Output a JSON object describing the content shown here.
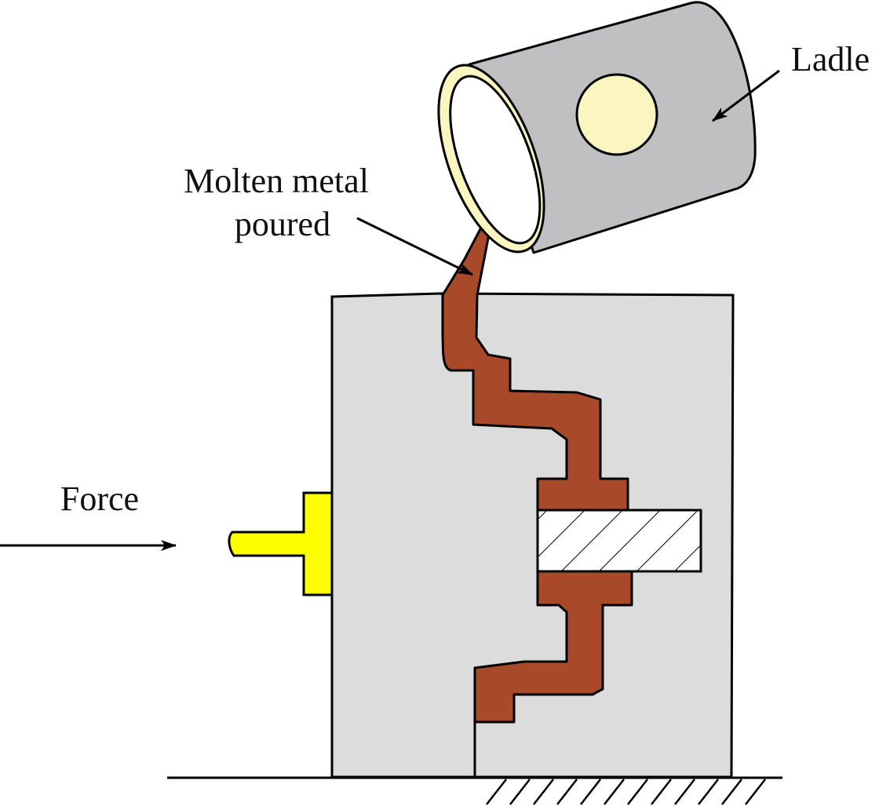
{
  "labels": {
    "ladle": "Ladle",
    "molten_line1": "Molten metal",
    "molten_line2": "poured",
    "force": "Force"
  },
  "colors": {
    "background": "#ffffff",
    "outline": "#000000",
    "mold": "#dcdcdc",
    "ladle_body": "#c0c0c2",
    "ladle_lining": "#fbf5c0",
    "ladle_opening": "#ffffff",
    "ladle_dot": "#fbf5c0",
    "molten_metal": "#a84a2a",
    "core_insert": "#ffffff",
    "plunger": "#ffff00"
  },
  "icons": {
    "ground": "ground-hatch-icon",
    "force_arrow": "arrow-right-icon"
  }
}
